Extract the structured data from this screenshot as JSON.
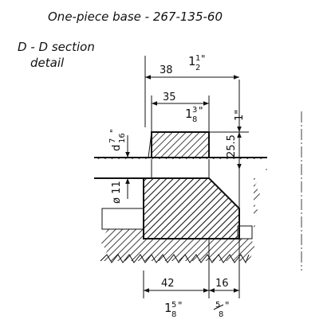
{
  "header": {
    "title": "One-piece base - 267-135-60"
  },
  "section": {
    "line1": "D - D  section",
    "line2": "detail"
  },
  "dims": {
    "top_38": "38",
    "top_1_half": {
      "whole": "1",
      "num": "1",
      "den": "2",
      "mark": "\""
    },
    "top_35": "35",
    "top_1_3_8": {
      "whole": "1",
      "num": "3",
      "den": "8",
      "mark": "\""
    },
    "right_1_inch": "1\"",
    "right_25_5": "25.5",
    "left_d_7_16": {
      "prefix": "d",
      "num": "7",
      "den": "16",
      "mark": "\""
    },
    "left_dia_11": "ø 11",
    "bottom_42": "42",
    "bottom_16": "16",
    "bottom_1_5_8": {
      "whole": "1",
      "num": "5",
      "den": "8",
      "mark": "\""
    },
    "bottom_5_8": {
      "num": "5",
      "den": "8",
      "mark": "\""
    }
  }
}
